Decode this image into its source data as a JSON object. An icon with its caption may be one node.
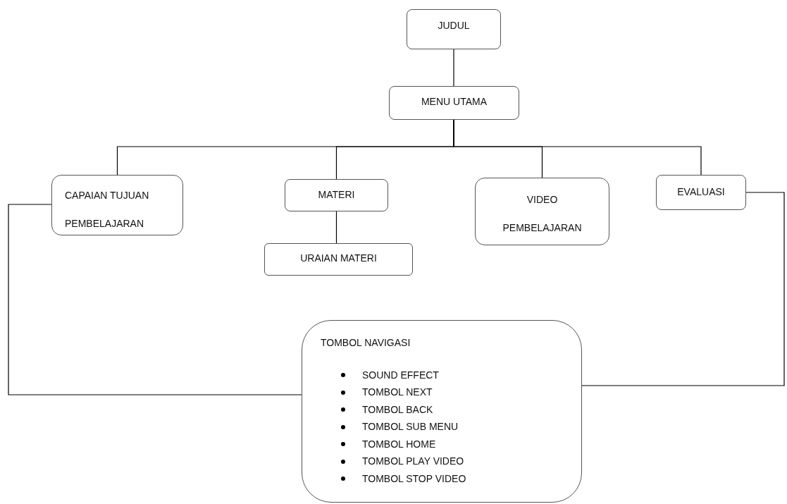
{
  "diagram": {
    "nodes": [
      {
        "text": [
          "JUDUL"
        ]
      },
      {
        "text": [
          "MENU UTAMA"
        ]
      },
      {
        "text": [
          "CAPAIAN TUJUAN PEMBELAJARAN"
        ]
      },
      {
        "text": [
          "MATERI"
        ]
      },
      {
        "text": [
          "URAIAN MATERI"
        ]
      },
      {
        "text": [
          "VIDEO PEMBELAJARAN"
        ]
      },
      {
        "text": [
          "EVALUASI"
        ]
      },
      {
        "text": [
          "TOMBOL NAVIGASI",
          "SOUND EFFECT",
          "TOMBOL NEXT",
          "TOMBOL BACK",
          "TOMBOL SUB MENU",
          "TOMBOL HOME",
          "TOMBOL PLAY VIDEO",
          "TOMBOL STOP VIDEO"
        ]
      }
    ],
    "edges": [
      {
        "from": 0,
        "to": 1,
        "arrow": "none"
      },
      {
        "from": 1,
        "to": 2,
        "arrow": "none"
      },
      {
        "from": 1,
        "to": 3,
        "arrow": "none"
      },
      {
        "from": 1,
        "to": 5,
        "arrow": "none"
      },
      {
        "from": 1,
        "to": 6,
        "arrow": "none"
      },
      {
        "from": 3,
        "to": 4,
        "arrow": "none"
      },
      {
        "from": 2,
        "to": 7,
        "arrow": "none"
      },
      {
        "from": 6,
        "to": 7,
        "arrow": "none"
      }
    ]
  }
}
